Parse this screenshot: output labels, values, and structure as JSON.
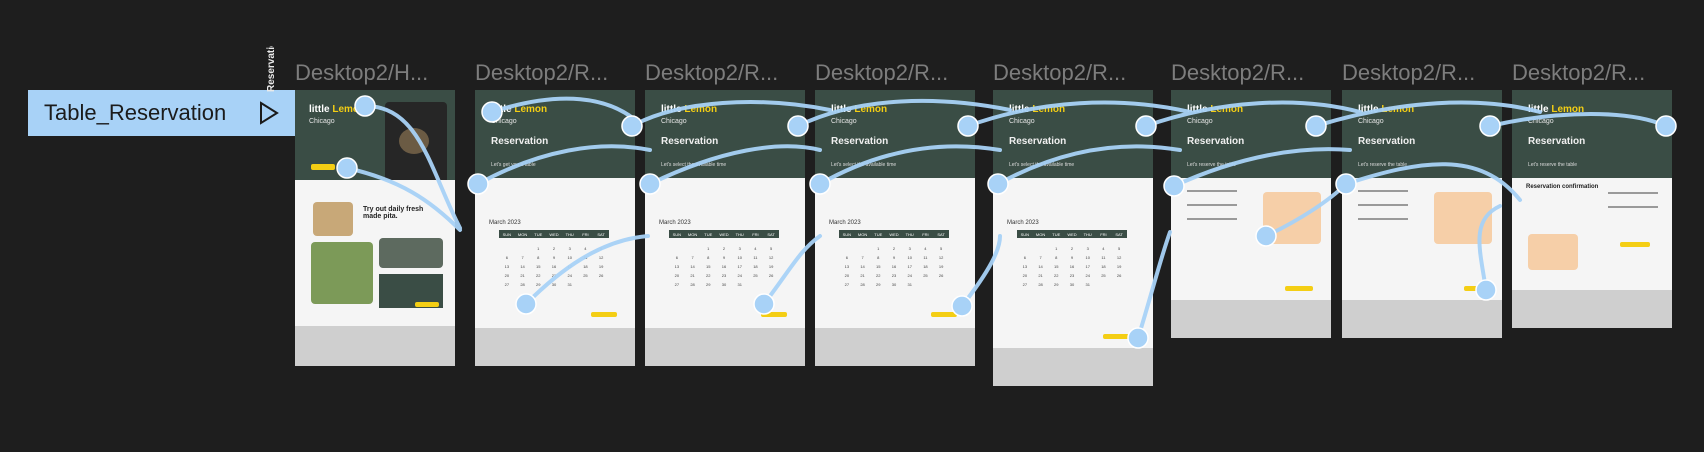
{
  "flow": {
    "name": "Table_Reservation",
    "vertical_label": "Reservation"
  },
  "brand": {
    "word1": "little",
    "word2": "Lemon",
    "city": "Chicago"
  },
  "frames": [
    {
      "title": "Desktop2/H...",
      "heading": "",
      "sub": "",
      "month": "",
      "home_heading": "Try out daily fresh made pita."
    },
    {
      "title": "Desktop2/R...",
      "heading": "Reservation",
      "sub": "Let's get you a table",
      "month": "March 2023"
    },
    {
      "title": "Desktop2/R...",
      "heading": "Reservation",
      "sub": "Let's select the available time",
      "month": "March 2023"
    },
    {
      "title": "Desktop2/R...",
      "heading": "Reservation",
      "sub": "Let's select the available time",
      "month": "March 2023"
    },
    {
      "title": "Desktop2/R...",
      "heading": "Reservation",
      "sub": "Let's select the available time",
      "month": "March 2023"
    },
    {
      "title": "Desktop2/R...",
      "heading": "Reservation",
      "sub": "Let's reserve the table",
      "month": ""
    },
    {
      "title": "Desktop2/R...",
      "heading": "Reservation",
      "sub": "Let's reserve the table",
      "month": ""
    },
    {
      "title": "Desktop2/R...",
      "heading": "Reservation",
      "sub": "Let's reserve the table",
      "month": "",
      "confirm": "Reservation confirmation"
    }
  ],
  "calendar": {
    "weekdays": [
      "SUN",
      "MON",
      "TUE",
      "WED",
      "THU",
      "FRI",
      "SAT"
    ],
    "days": [
      "",
      "",
      "1",
      "2",
      "3",
      "4",
      "5",
      "6",
      "7",
      "8",
      "9",
      "10",
      "11",
      "12",
      "13",
      "14",
      "15",
      "16",
      "17",
      "18",
      "19",
      "20",
      "21",
      "22",
      "23",
      "24",
      "25",
      "26",
      "27",
      "28",
      "29",
      "30",
      "31",
      "",
      ""
    ]
  },
  "colors": {
    "canvas": "#1e1e1e",
    "flow_badge": "#a8d2f7",
    "wire": "#a8d2f7",
    "brand_green": "#3a4d45",
    "brand_yellow": "#f4ce14"
  },
  "icons": [
    "play-icon"
  ]
}
